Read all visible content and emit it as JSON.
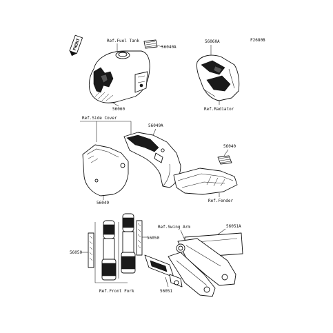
{
  "figure_code": "F2680B",
  "front_badge": "FRONT",
  "labels": {
    "ref_fuel_tank": "Ref.Fuel Tank",
    "p56040A_top": "56040A",
    "p56060": "56060",
    "p56060A": "56060A",
    "ref_radiator": "Ref.Radiator",
    "ref_side_cover": "Ref.Side Cover",
    "p56049A": "56049A",
    "p56049": "56049",
    "p56040": "56040",
    "ref_fender": "Ref.Fender",
    "ref_swing_arm": "Ref.Swing Arm",
    "p56051A": "56051A",
    "p56050_left": "56050",
    "p56050_right": "56050",
    "p56051": "56051",
    "ref_front_fork": "Ref.Front Fork"
  }
}
